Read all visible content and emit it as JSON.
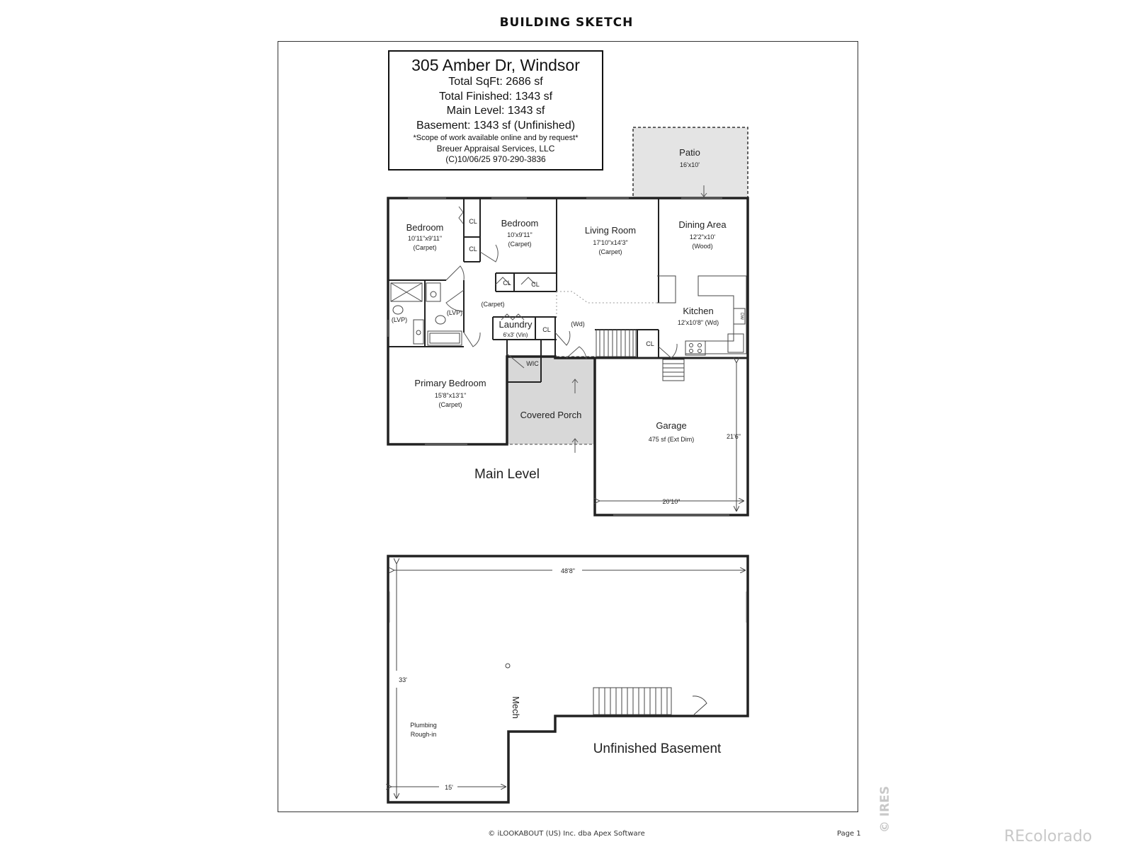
{
  "header": {
    "title": "BUILDING SKETCH"
  },
  "info": {
    "address": "305 Amber Dr, Windsor",
    "total_sqft": "Total SqFt: 2686 sf",
    "total_finished": "Total Finished: 1343 sf",
    "main_level": "Main Level: 1343 sf",
    "basement": "Basement: 1343 sf (Unfinished)",
    "scope_note": "*Scope of work available online and by request*",
    "company": "Breuer Appraisal Services, LLC",
    "copyright_phone": "(C)10/06/25   970-290-3836"
  },
  "rooms": {
    "patio": {
      "name": "Patio",
      "dim": "16'x10'"
    },
    "bedroom_left": {
      "name": "Bedroom",
      "dim": "10'11\"x9'11\"",
      "floor": "(Carpet)"
    },
    "bedroom_mid": {
      "name": "Bedroom",
      "dim": "10'x9'11\"",
      "floor": "(Carpet)"
    },
    "living": {
      "name": "Living Room",
      "dim": "17'10\"x14'3\"",
      "floor": "(Carpet)"
    },
    "dining": {
      "name": "Dining Area",
      "dim": "12'2\"x10'",
      "floor": "(Wood)"
    },
    "kitchen": {
      "name": "Kitchen",
      "dim": "12'x10'8\" (Wd)"
    },
    "laundry": {
      "name": "Laundry",
      "dim": "6'x3' (Vin)"
    },
    "hall_carpet": "(Carpet)",
    "hall_wd": "(Wd)",
    "lvp_1": "(LVP)",
    "lvp_2": "(LVP)",
    "wic": "WIC",
    "closet": "CL",
    "dw": "DW",
    "primary": {
      "name": "Primary Bedroom",
      "dim": "15'8\"x13'1\"",
      "floor": "(Carpet)"
    },
    "porch": {
      "name": "Covered Porch"
    },
    "garage": {
      "name": "Garage",
      "dim": "475 sf (Ext Dim)",
      "width": "20'10\"",
      "depth": "21'6\""
    }
  },
  "levels": {
    "main": "Main Level",
    "basement": "Unfinished Basement"
  },
  "basement": {
    "width": "48'8\"",
    "depth": "33'",
    "bottom_width": "15'",
    "mech": "Mech",
    "plumbing_1": "Plumbing",
    "plumbing_2": "Rough-in"
  },
  "footer": {
    "copyright": "© iLOOKABOUT (US) Inc. dba Apex Software",
    "page": "Page 1",
    "watermark_ires": "© IRES",
    "watermark_recolorado": "REcolorado"
  }
}
